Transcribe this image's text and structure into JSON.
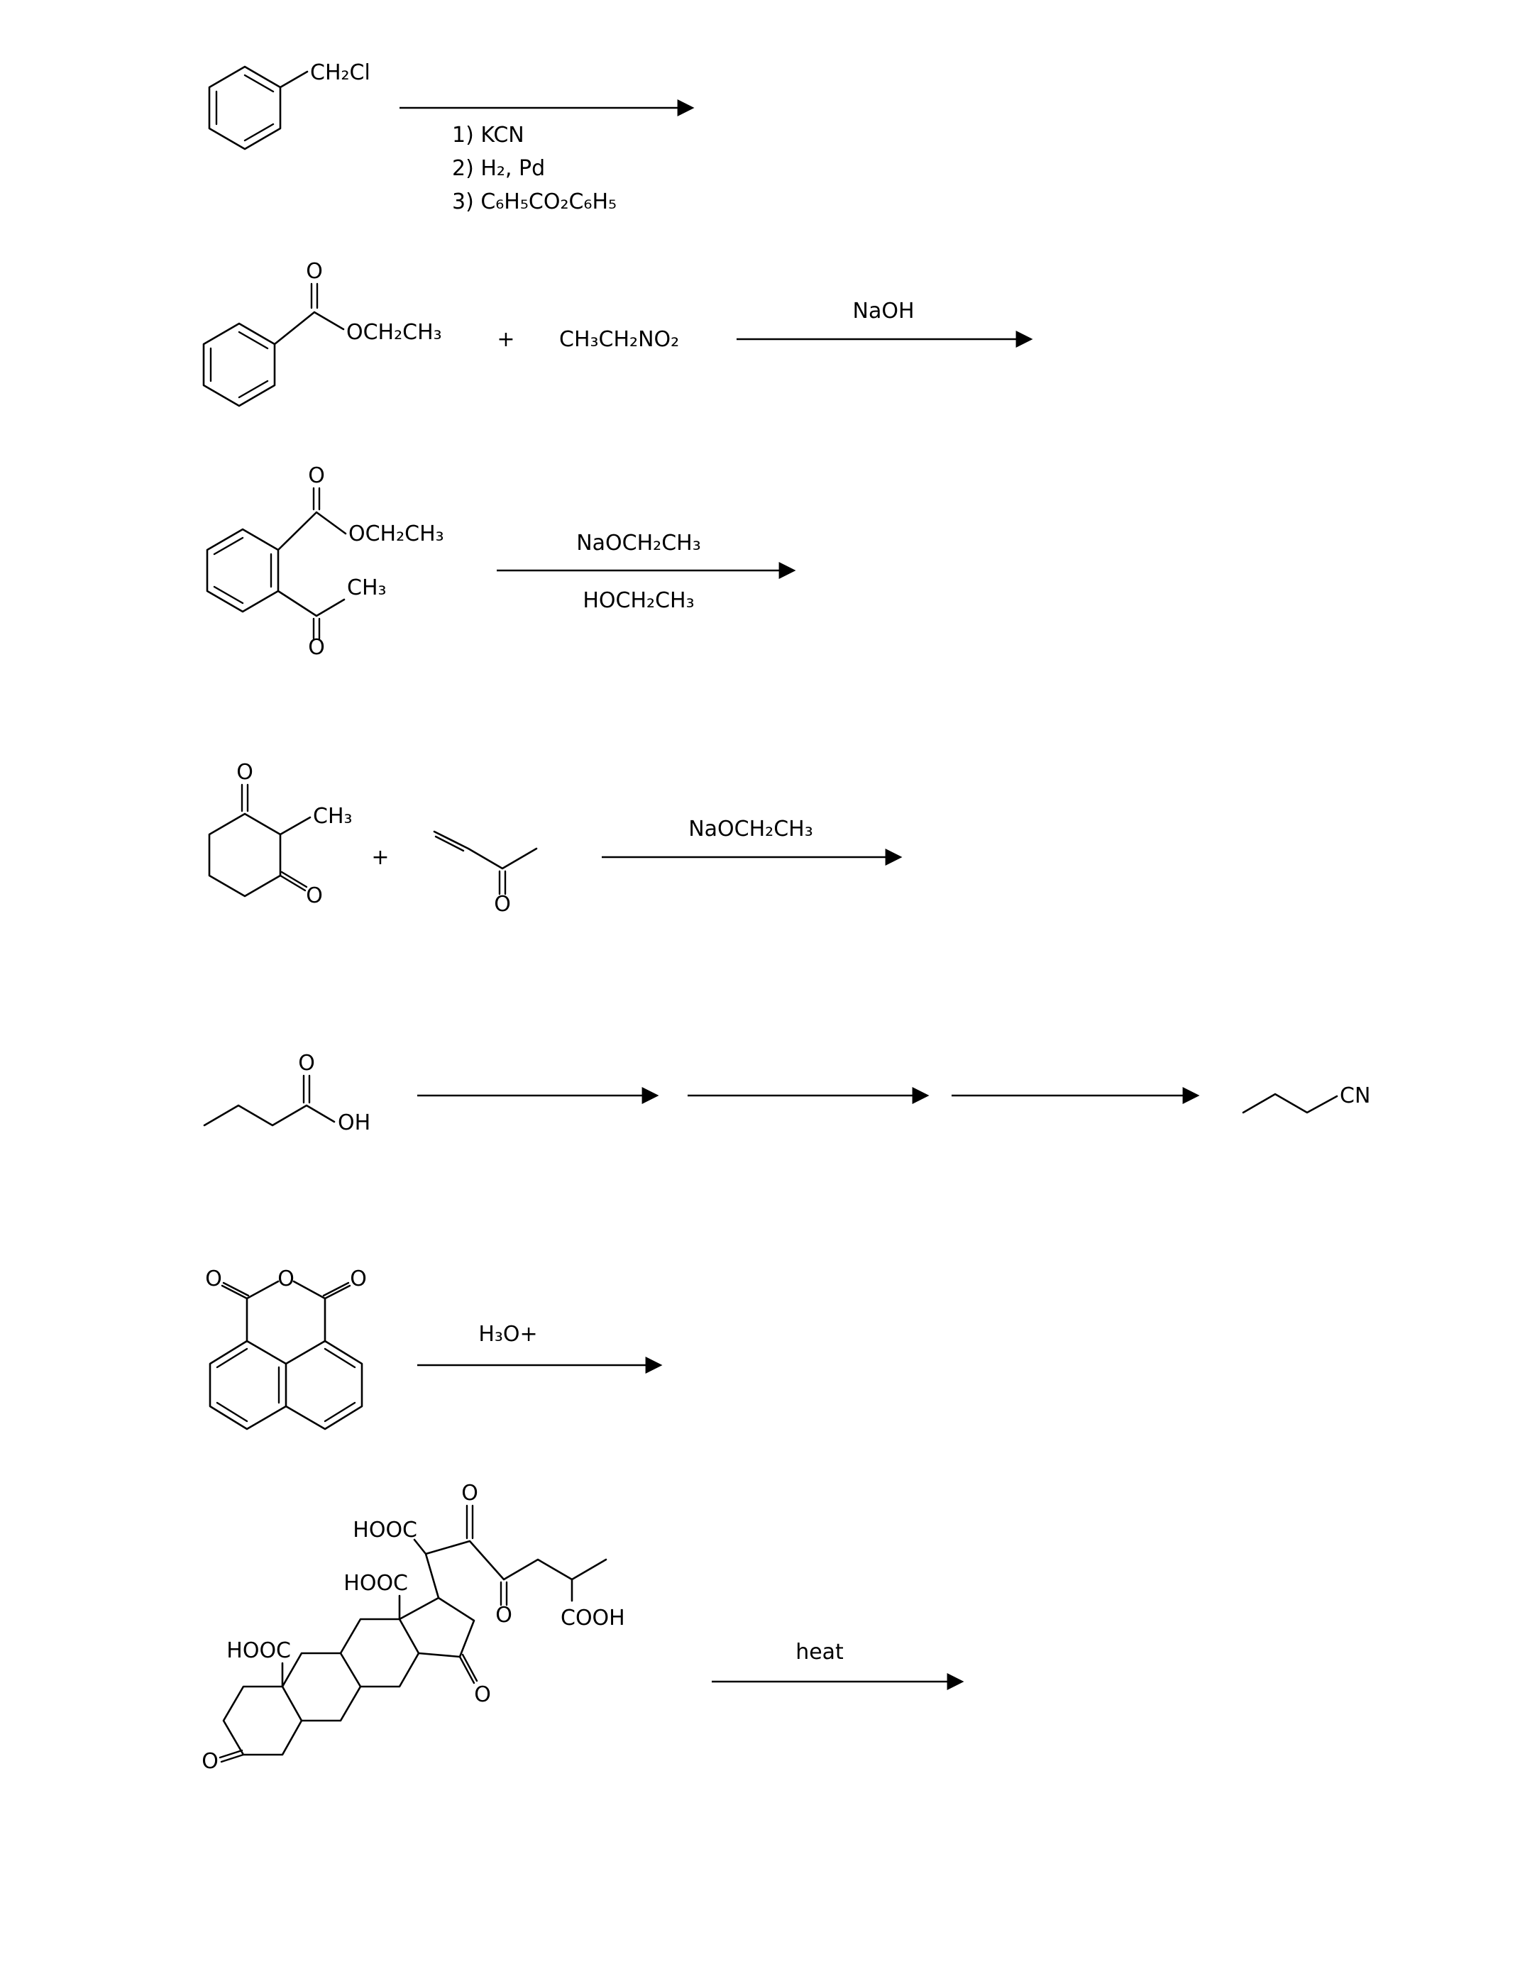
{
  "page": {
    "background": "#ffffff",
    "ink": "#000000"
  },
  "labels": {
    "r1": {
      "substituent": "CH₂Cl",
      "cond1": "1) KCN",
      "cond2": "2) H₂, Pd",
      "cond3": "3) C₆H₅CO₂C₆H₅"
    },
    "r2": {
      "carbonyl_o": "O",
      "ester": "OCH₂CH₃",
      "plus": "+",
      "nitroethane": "CH₃CH₂NO₂",
      "reagent_above": "NaOH"
    },
    "r3": {
      "ester_carbonyl_o": "O",
      "ester": "OCH₂CH₃",
      "acetyl_methyl": "CH₃",
      "acetyl_o": "O",
      "reagent_above": "NaOCH₂CH₃",
      "reagent_below": "HOCH₂CH₃"
    },
    "r4": {
      "dione_top_o": "O",
      "dione_methyl": "CH₃",
      "dione_right_o": "O",
      "plus": "+",
      "enone_o": "O",
      "reagent_above": "NaOCH₂CH₃"
    },
    "r5": {
      "acid_o": "O",
      "acid_oh": "OH",
      "nitrile": "CN"
    },
    "r6": {
      "left_o": "O",
      "bridge_o": "O",
      "right_o": "O",
      "reagent_above": "H₃O+"
    },
    "r7": {
      "hooc_a": "HOOC",
      "hooc_b": "HOOC",
      "hooc_chain": "HOOC",
      "chain_top_o": "O",
      "chain_bottom_o": "O",
      "chain_cooh": "COOH",
      "ring_d_o": "O",
      "ring_a_o": "O",
      "reagent_above": "heat"
    }
  }
}
